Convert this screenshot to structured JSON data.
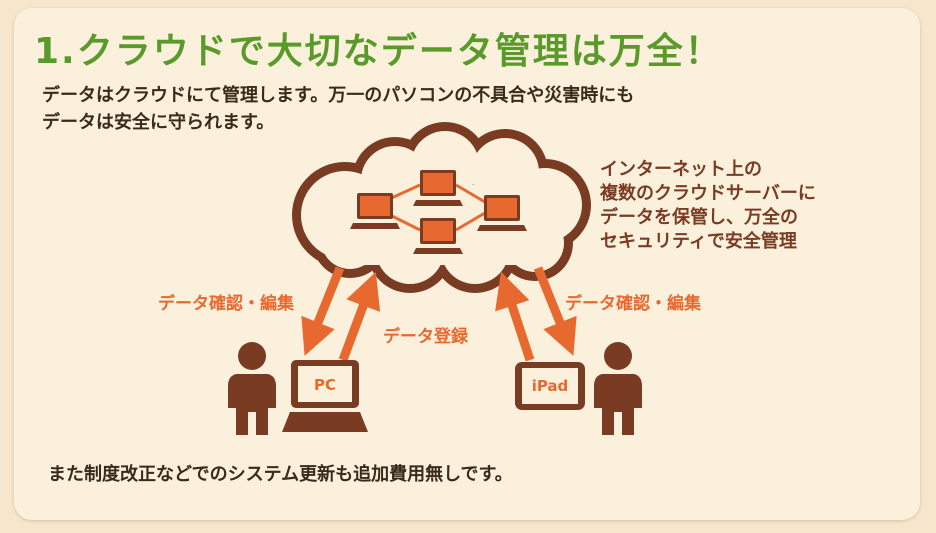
{
  "title": "1.クラウドで大切なデータ管理は万全！",
  "lead": [
    "データはクラウドにて管理します。万一のパソコンの不具合や災害時にも",
    "データは安全に守られます。"
  ],
  "side_text": [
    "インターネット上の",
    "複数のクラウドサーバーに",
    "データを保管し、万全の",
    "セキュリティで安全管理"
  ],
  "labels": {
    "left_edit": "データ確認・編集",
    "register": "データ登録",
    "right_edit": "データ確認・編集"
  },
  "devices": {
    "pc": "PC",
    "ipad": "iPad"
  },
  "footer": "また制度改正などでのシステム更新も追加費用無しです。",
  "colors": {
    "title": "#5a9a2a",
    "brown": "#7a3b23",
    "orange": "#e8692f",
    "background": "#fbf0dc"
  }
}
